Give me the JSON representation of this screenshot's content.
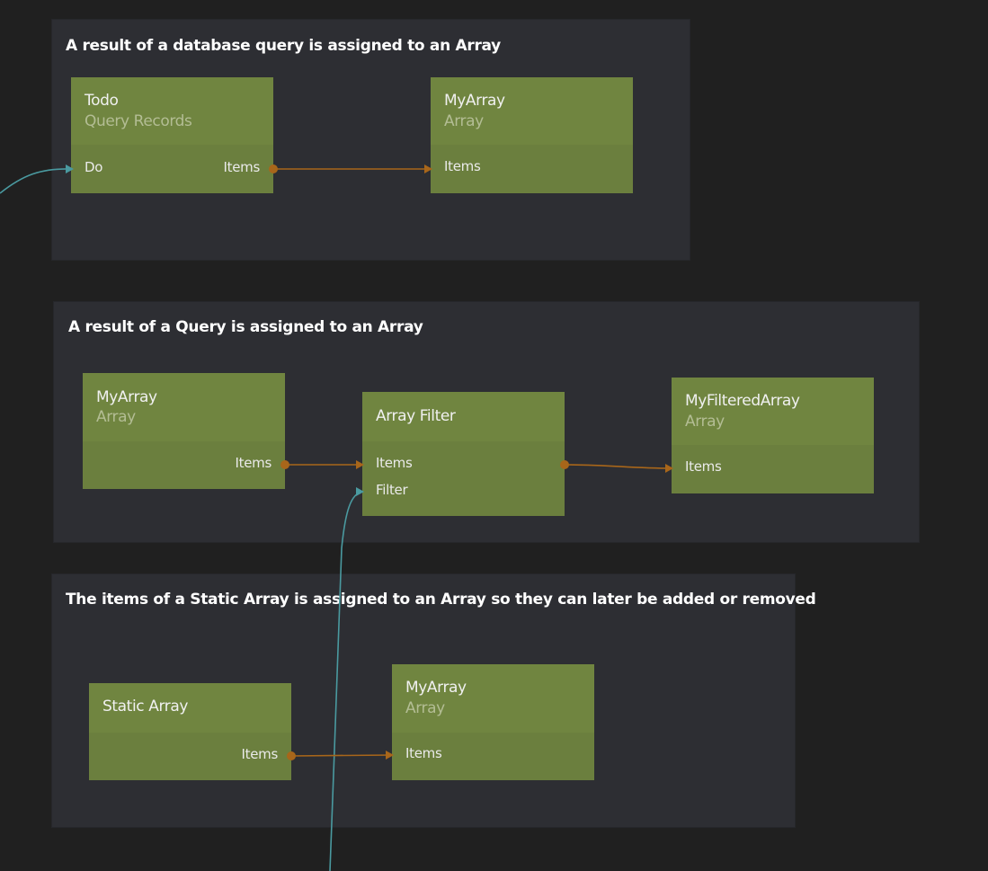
{
  "comments": [
    {
      "title": "A result of a database query is assigned to an Array"
    },
    {
      "title": "A result of a Query is assigned to an Array"
    },
    {
      "title": "The items of a Static Array is assigned to an Array so they can later be added or removed"
    }
  ],
  "nodes": {
    "todo": {
      "title": "Todo",
      "subtitle": "Query Records",
      "in_port": "Do",
      "out_port": "Items"
    },
    "myarray1": {
      "title": "MyArray",
      "subtitle": "Array",
      "in_port": "Items"
    },
    "myarray2": {
      "title": "MyArray",
      "subtitle": "Array",
      "out_port": "Items"
    },
    "arrayfilter": {
      "title": "Array Filter",
      "in_port_items": "Items",
      "in_port_filter": "Filter"
    },
    "myfiltered": {
      "title": "MyFilteredArray",
      "subtitle": "Array",
      "in_port": "Items"
    },
    "staticarray": {
      "title": "Static Array",
      "out_port": "Items"
    },
    "myarray3": {
      "title": "MyArray",
      "subtitle": "Array",
      "in_port": "Items"
    }
  },
  "colors": {
    "background": "#202020",
    "comment_bg": "#2d2e33",
    "node_bg": "#6b7f3e",
    "node_header": "#708540",
    "data_wire": "#a8661a",
    "signal_wire": "#4a9aa0"
  }
}
